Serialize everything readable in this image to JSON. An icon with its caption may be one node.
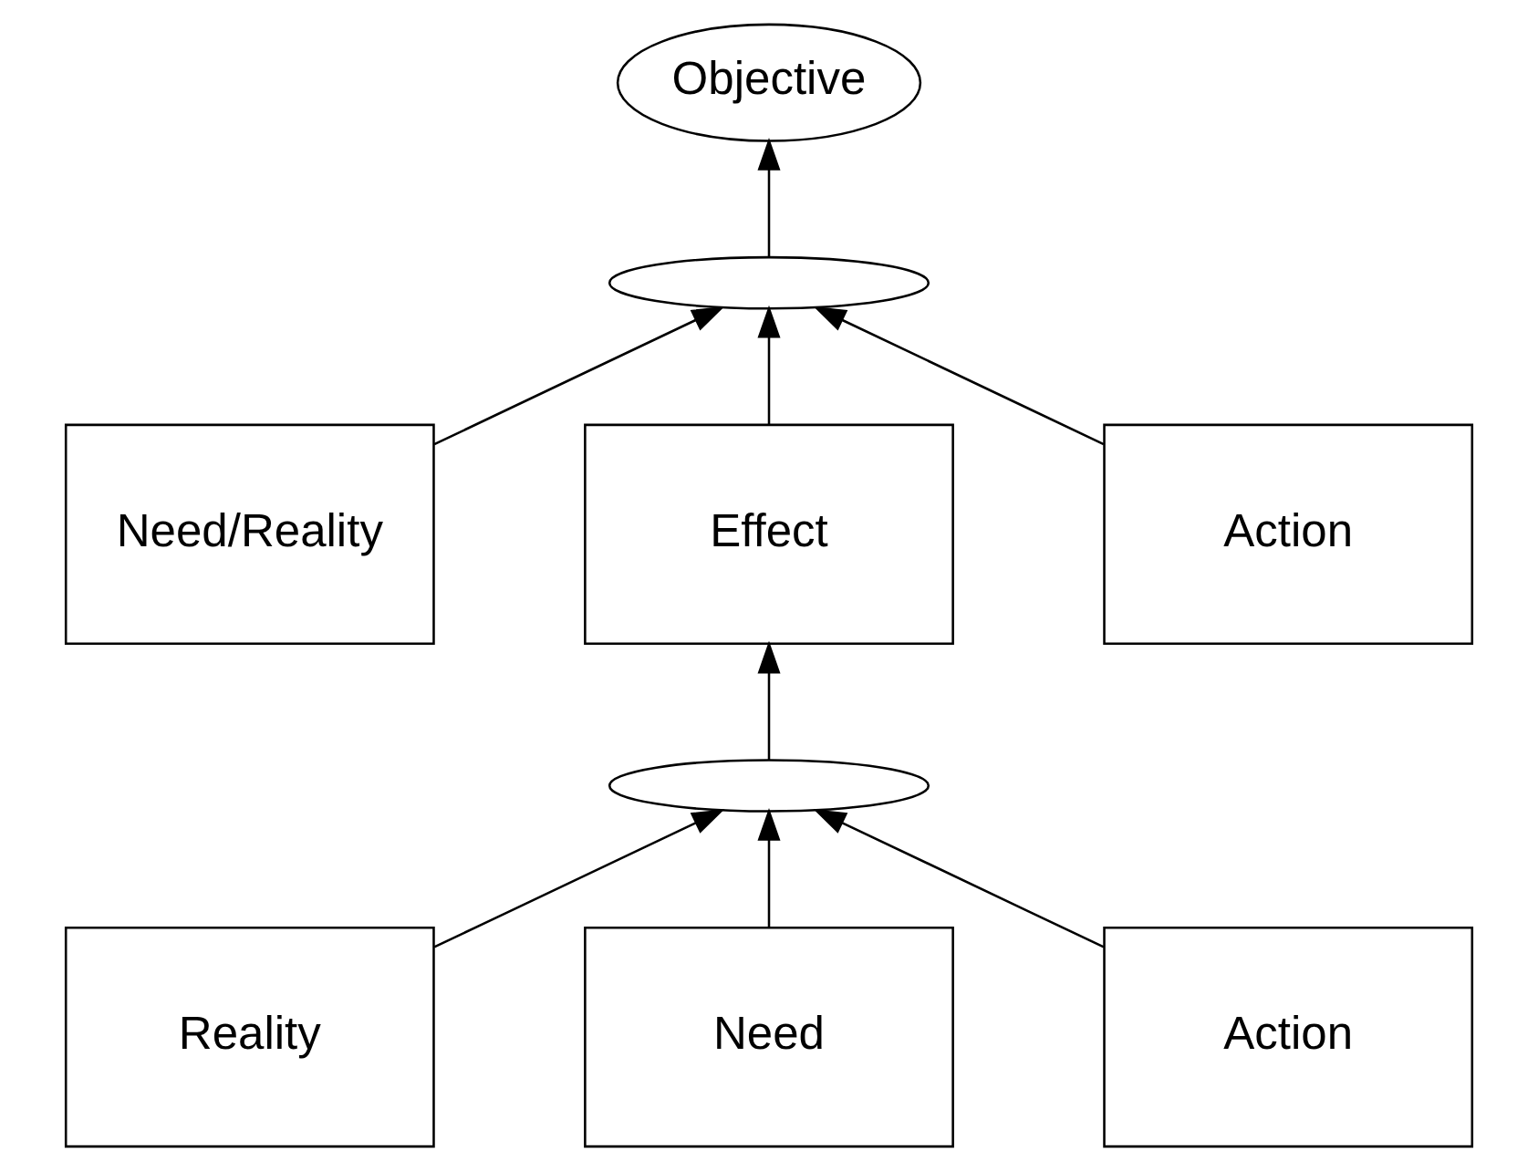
{
  "diagram": {
    "nodes": [
      {
        "text": [
          "Objective"
        ]
      },
      {
        "text": [],
        "shape": "ellipse"
      },
      {
        "text": [
          "Need/Reality"
        ]
      },
      {
        "text": [
          "Effect"
        ]
      },
      {
        "text": [
          "Action"
        ]
      },
      {
        "text": [],
        "shape": "ellipse"
      },
      {
        "text": [
          "Reality"
        ]
      },
      {
        "text": [
          "Need"
        ]
      },
      {
        "text": [
          "Action"
        ]
      }
    ],
    "edges": [
      {
        "from": 1,
        "to": 0,
        "arrow": "to"
      },
      {
        "from": 2,
        "to": 1,
        "arrow": "to"
      },
      {
        "from": 3,
        "to": 1,
        "arrow": "to"
      },
      {
        "from": 4,
        "to": 1,
        "arrow": "to"
      },
      {
        "from": 5,
        "to": 3,
        "arrow": "to"
      },
      {
        "from": 6,
        "to": 5,
        "arrow": "to"
      },
      {
        "from": 7,
        "to": 5,
        "arrow": "to"
      },
      {
        "from": 8,
        "to": 5,
        "arrow": "to"
      }
    ]
  }
}
